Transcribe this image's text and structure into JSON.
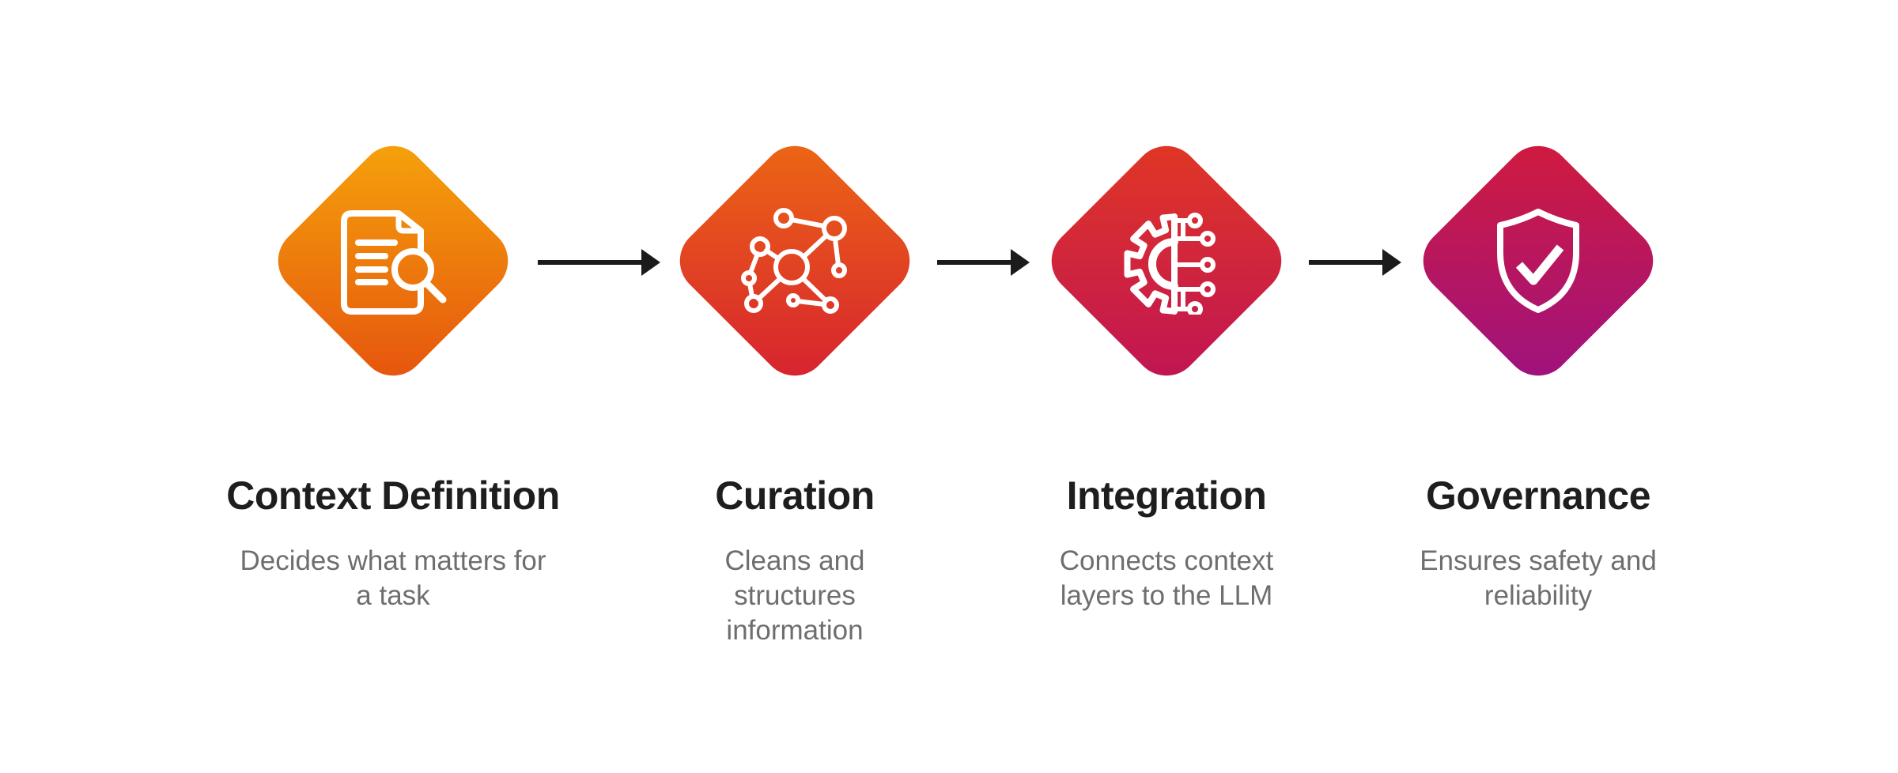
{
  "page": {
    "background": "#ffffff"
  },
  "icon_color": "#ffffff",
  "arrow_color": "#1b1b1b",
  "text": {
    "title_color": "#1e1e1e",
    "description_color": "#6e6e6e"
  },
  "steps": [
    {
      "title": "Context Definition",
      "description": "Decides what matters for\na task",
      "icon": "document-search-icon",
      "gradient_top": "#f6a50b",
      "gradient_bottom": "#e5520e"
    },
    {
      "title": "Curation",
      "description": "Cleans and\nstructures\ninformation",
      "icon": "network-nodes-icon",
      "gradient_top": "#ed6913",
      "gradient_bottom": "#d62031"
    },
    {
      "title": "Integration",
      "description": "Connects context\nlayers to the LLM",
      "icon": "gear-circuit-icon",
      "gradient_top": "#e23822",
      "gradient_bottom": "#bf1356"
    },
    {
      "title": "Governance",
      "description": "Ensures safety and\nreliability",
      "icon": "shield-check-icon",
      "gradient_top": "#d21b3c",
      "gradient_bottom": "#9d1280"
    }
  ]
}
